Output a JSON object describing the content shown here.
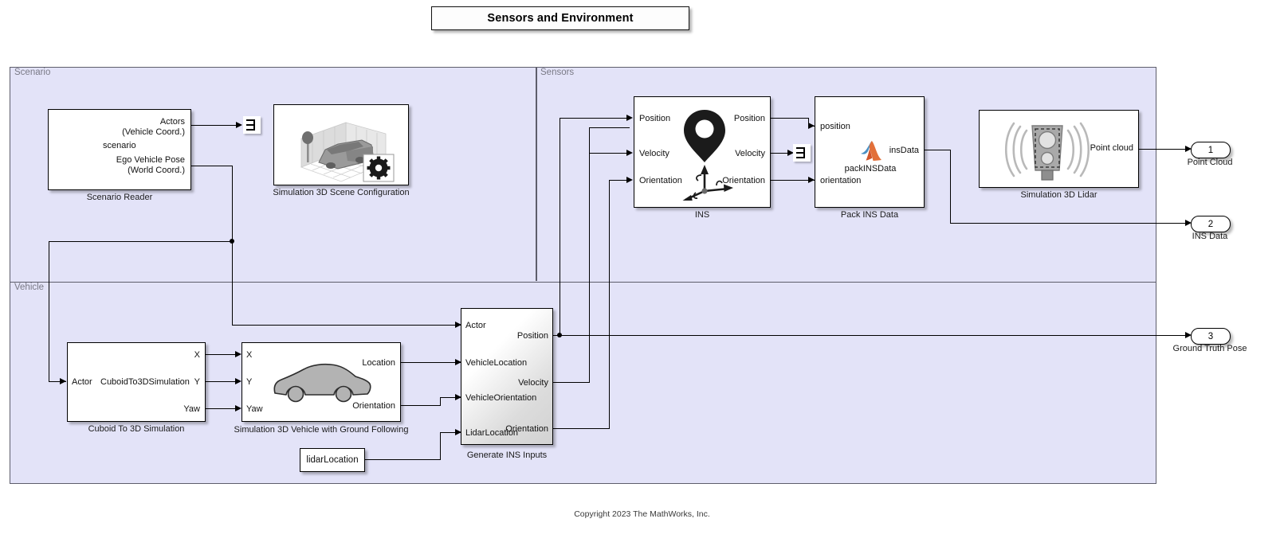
{
  "title": "Sensors and Environment",
  "copyright": "Copyright 2023 The MathWorks, Inc.",
  "regions": {
    "scenario": "Scenario",
    "sensors": "Sensors",
    "vehicle": "Vehicle"
  },
  "blocks": {
    "scenario_reader": {
      "caption": "Scenario Reader",
      "out_actors_1": "Actors",
      "out_actors_2": "(Vehicle Coord.)",
      "center": "scenario",
      "out_ego_1": "Ego Vehicle Pose",
      "out_ego_2": "(World Coord.)"
    },
    "scene_config": {
      "caption": "Simulation 3D Scene Configuration"
    },
    "ins": {
      "caption": "INS",
      "in_position": "Position",
      "in_velocity": "Velocity",
      "in_orientation": "Orientation",
      "out_position": "Position",
      "out_velocity": "Velocity",
      "out_orientation": "Orientation"
    },
    "pack_ins": {
      "caption": "Pack INS Data",
      "in_position": "position",
      "in_orientation": "orientation",
      "out_insdata": "insData",
      "center": "packINSData"
    },
    "lidar": {
      "caption": "Simulation 3D Lidar",
      "out_pointcloud": "Point cloud"
    },
    "cuboid": {
      "caption": "Cuboid To 3D Simulation",
      "in_actor": "Actor",
      "center": "CuboidTo3DSimulation",
      "out_x": "X",
      "out_y": "Y",
      "out_yaw": "Yaw"
    },
    "veh3d": {
      "caption": "Simulation 3D Vehicle with Ground Following",
      "in_x": "X",
      "in_y": "Y",
      "in_yaw": "Yaw",
      "out_location": "Location",
      "out_orientation": "Orientation"
    },
    "gen_ins": {
      "caption": "Generate INS Inputs",
      "in_actor": "Actor",
      "in_vehicle_location": "VehicleLocation",
      "in_vehicle_orientation": "VehicleOrientation",
      "in_lidar_location": "LidarLocation",
      "out_position": "Position",
      "out_velocity": "Velocity",
      "out_orientation": "Orientation"
    },
    "lidar_location_const": {
      "value": "lidarLocation"
    }
  },
  "outports": [
    {
      "number": "1",
      "label": "Point Cloud"
    },
    {
      "number": "2",
      "label": "INS Data"
    },
    {
      "number": "3",
      "label": "Ground Truth Pose"
    }
  ],
  "colors": {
    "region_fill": "#e3e3f8",
    "region_border": "#5d5d6b",
    "block_fill": "#ffffff",
    "line": "#000000",
    "matlab_orange": "#e16737",
    "matlab_blue": "#3a7fc1",
    "icon_gray": "#a8a8a8",
    "icon_dark": "#6e6e6e"
  }
}
